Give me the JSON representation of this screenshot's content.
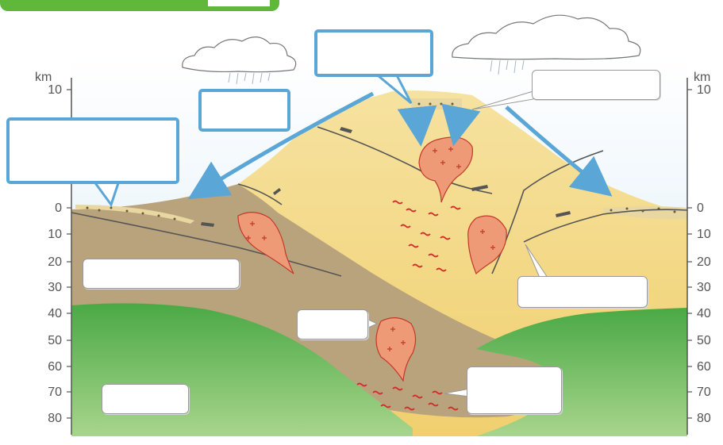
{
  "axes": {
    "left": {
      "unit": "km",
      "ticks": [
        "10",
        "0",
        "10",
        "20",
        "30",
        "40",
        "50",
        "60",
        "70",
        "80"
      ]
    },
    "right": {
      "unit": "km",
      "ticks": [
        "10",
        "0",
        "10",
        "20",
        "30",
        "40",
        "50",
        "60",
        "70",
        "80"
      ]
    }
  },
  "labels": [
    {
      "id": "label-box-summit",
      "text": ""
    },
    {
      "id": "label-box-rain",
      "text": ""
    },
    {
      "id": "label-box-left-slope",
      "text": ""
    },
    {
      "id": "label-box-crater",
      "text": ""
    },
    {
      "id": "label-box-upper-left",
      "text": ""
    },
    {
      "id": "label-box-mid-left",
      "text": ""
    },
    {
      "id": "label-box-right-fault",
      "text": ""
    },
    {
      "id": "label-box-bottom-left",
      "text": ""
    },
    {
      "id": "label-box-bottom-right",
      "text": ""
    },
    {
      "id": "label-box-top-corner",
      "text": ""
    }
  ],
  "colors": {
    "sky": "#e2eef8",
    "crust_yellow": "#f2d77e",
    "crust_brown": "#b9a37d",
    "mantle_green": "#4fae4a",
    "magma_fill": "#ef9a76",
    "magma_stroke": "#c0392b",
    "arrow_blue": "#5aa6d6",
    "label_border_blue": "#5aa6d6",
    "corner_green": "#5fb83a"
  }
}
